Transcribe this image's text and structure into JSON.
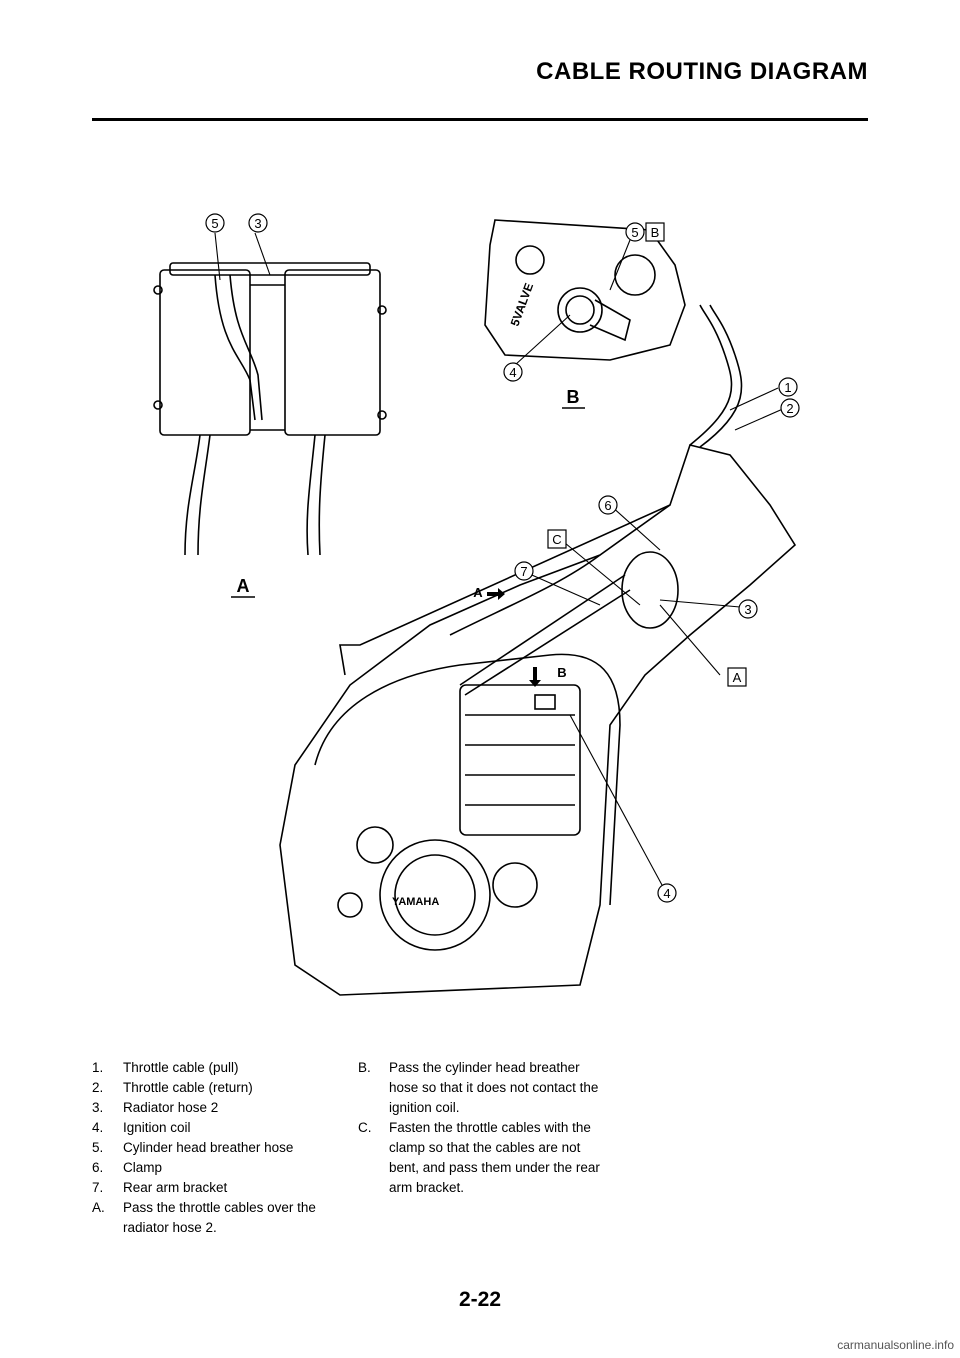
{
  "header": {
    "title": "CABLE ROUTING DIAGRAM"
  },
  "diagram": {
    "callouts": [
      "5",
      "3",
      "5",
      "B",
      "4",
      "B",
      "1",
      "2",
      "6",
      "C",
      "7",
      "A",
      "3",
      "A",
      "B",
      "4",
      "A"
    ],
    "valve_text": "5VALVE",
    "logo_text": "YAMAHA"
  },
  "notes_left": [
    {
      "num": "1.",
      "text": "Throttle cable (pull)"
    },
    {
      "num": "2.",
      "text": "Throttle cable (return)"
    },
    {
      "num": "3.",
      "text": "Radiator hose 2"
    },
    {
      "num": "4.",
      "text": "Ignition coil"
    },
    {
      "num": "5.",
      "text": "Cylinder head breather hose"
    },
    {
      "num": "6.",
      "text": "Clamp"
    },
    {
      "num": "7.",
      "text": "Rear arm bracket"
    },
    {
      "num": "A.",
      "text": "Pass the throttle cables over the radiator hose 2."
    }
  ],
  "notes_right": [
    {
      "num": "B.",
      "text": "Pass the cylinder head breather hose so that it does not contact the ignition coil."
    },
    {
      "num": "C.",
      "text": "Fasten the throttle cables with the clamp so that the cables are not bent, and pass them under the rear arm bracket."
    }
  ],
  "footer": {
    "page_number": "2-22",
    "watermark": "carmanualsonline.info"
  }
}
